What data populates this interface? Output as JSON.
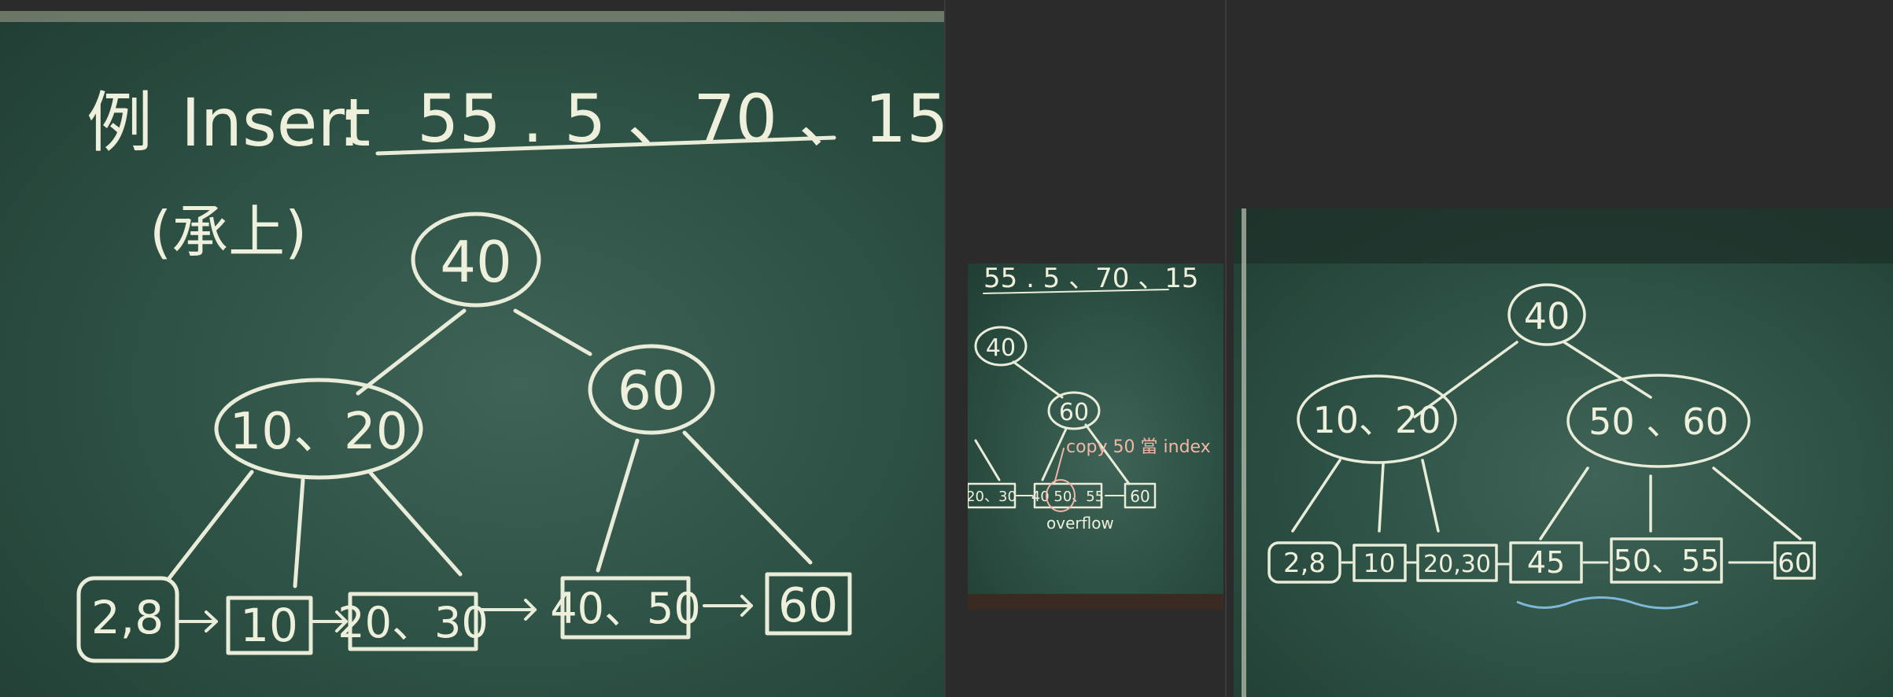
{
  "panel1": {
    "title_prefix": "例",
    "title_word": "Insert",
    "title_colon": ":",
    "keys": "55 . 5 、70 、15",
    "note": "(承上)",
    "root": "40",
    "left": "10、20",
    "right": "60",
    "leaves": [
      "2,8",
      "10",
      "20、30",
      "40、50",
      "60"
    ]
  },
  "panel2": {
    "keys": "55 . 5 、70 、15",
    "root": "40",
    "right": "60",
    "copy_note": "copy 50 當 index",
    "leaves": [
      "20、30",
      "40 50、55",
      "60"
    ],
    "overflow": "overflow"
  },
  "panel3": {
    "root": "40",
    "left": "10、20",
    "right": "50 、60",
    "leaves": [
      "2,8",
      "10",
      "20,30",
      "45",
      "50、55",
      "60"
    ]
  },
  "colors": {
    "background": "#2b2b2b",
    "board": "#2f5447",
    "chalk": "#e9ecd8",
    "pink": "#f1b6a6"
  }
}
